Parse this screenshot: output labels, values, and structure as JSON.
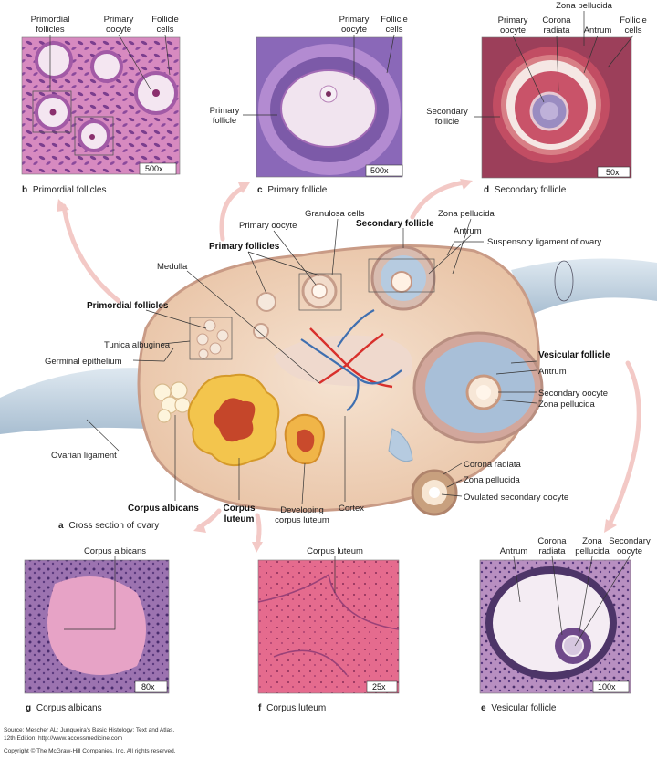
{
  "panel_b": {
    "caption_letter": "b",
    "caption": "Primordial follicles",
    "scale": "500x",
    "labels": {
      "primordial_follicles_1": "Primordial",
      "primordial_follicles_2": "follicles",
      "primary_oocyte_1": "Primary",
      "primary_oocyte_2": "oocyte",
      "follicle_cells_1": "Follicle",
      "follicle_cells_2": "cells"
    }
  },
  "panel_c": {
    "caption_letter": "c",
    "caption": "Primary follicle",
    "scale": "500x",
    "labels": {
      "primary_oocyte_1": "Primary",
      "primary_oocyte_2": "oocyte",
      "follicle_cells_1": "Follicle",
      "follicle_cells_2": "cells",
      "primary_follicle_1": "Primary",
      "primary_follicle_2": "follicle"
    }
  },
  "panel_d": {
    "caption_letter": "d",
    "caption": "Secondary follicle",
    "scale": "50x",
    "labels": {
      "zona_pellucida": "Zona pellucida",
      "primary_oocyte_1": "Primary",
      "primary_oocyte_2": "oocyte",
      "corona_radiata_1": "Corona",
      "corona_radiata_2": "radiata",
      "antrum": "Antrum",
      "follicle_cells_1": "Follicle",
      "follicle_cells_2": "cells",
      "secondary_follicle_1": "Secondary",
      "secondary_follicle_2": "follicle"
    }
  },
  "panel_a": {
    "caption_letter": "a",
    "caption": "Cross section of ovary",
    "labels": {
      "granulosa_cells": "Granulosa cells",
      "primary_oocyte": "Primary oocyte",
      "secondary_follicle": "Secondary follicle",
      "zona_pellucida_top": "Zona pellucida",
      "antrum_top": "Antrum",
      "suspensory_ligament": "Suspensory ligament of ovary",
      "primary_follicles": "Primary follicles",
      "medulla": "Medulla",
      "primordial_follicles": "Primordial follicles",
      "tunica_albuginea": "Tunica albuginea",
      "germinal_epithelium": "Germinal epithelium",
      "vesicular_follicle": "Vesicular follicle",
      "antrum_right": "Antrum",
      "secondary_oocyte": "Secondary oocyte",
      "zona_pellucida_right": "Zona pellucida",
      "ovarian_ligament": "Ovarian ligament",
      "corona_radiata": "Corona radiata",
      "zona_pellucida_bottom": "Zona pellucida",
      "ovulated_secondary_oocyte": "Ovulated secondary oocyte",
      "corpus_albicans_1": "Corpus albicans",
      "corpus_luteum_1": "Corpus",
      "corpus_luteum_2": "luteum",
      "developing_corpus_luteum_1": "Developing",
      "developing_corpus_luteum_2": "corpus luteum",
      "cortex": "Cortex"
    }
  },
  "panel_g": {
    "caption_letter": "g",
    "caption": "Corpus albicans",
    "scale": "80x",
    "labels": {
      "corpus_albicans": "Corpus albicans"
    }
  },
  "panel_f": {
    "caption_letter": "f",
    "caption": "Corpus luteum",
    "scale": "25x",
    "labels": {
      "corpus_luteum": "Corpus luteum"
    }
  },
  "panel_e": {
    "caption_letter": "e",
    "caption": "Vesicular follicle",
    "scale": "100x",
    "labels": {
      "antrum": "Antrum",
      "corona_radiata_1": "Corona",
      "corona_radiata_2": "radiata",
      "zona_pellucida_1": "Zona",
      "zona_pellucida_2": "pellucida",
      "secondary_oocyte_1": "Secondary",
      "secondary_oocyte_2": "oocyte"
    }
  },
  "source": {
    "line1": "Source: Mescher AL: Junqueira's Basic Histology: Text and Atlas,",
    "line2": "12th Edition: http://www.accessmedicine.com",
    "line3": "Copyright © The McGraw-Hill Companies, Inc. All rights reserved."
  },
  "colors": {
    "tissue_pink": "#d98bbf",
    "cortex_tan": "#f0d6bf",
    "ligament_blue": "#b9cfe0",
    "corpus_luteum_yellow": "#f3c54d",
    "vessel_red": "#d8302c",
    "vessel_blue": "#3f6fb0"
  }
}
